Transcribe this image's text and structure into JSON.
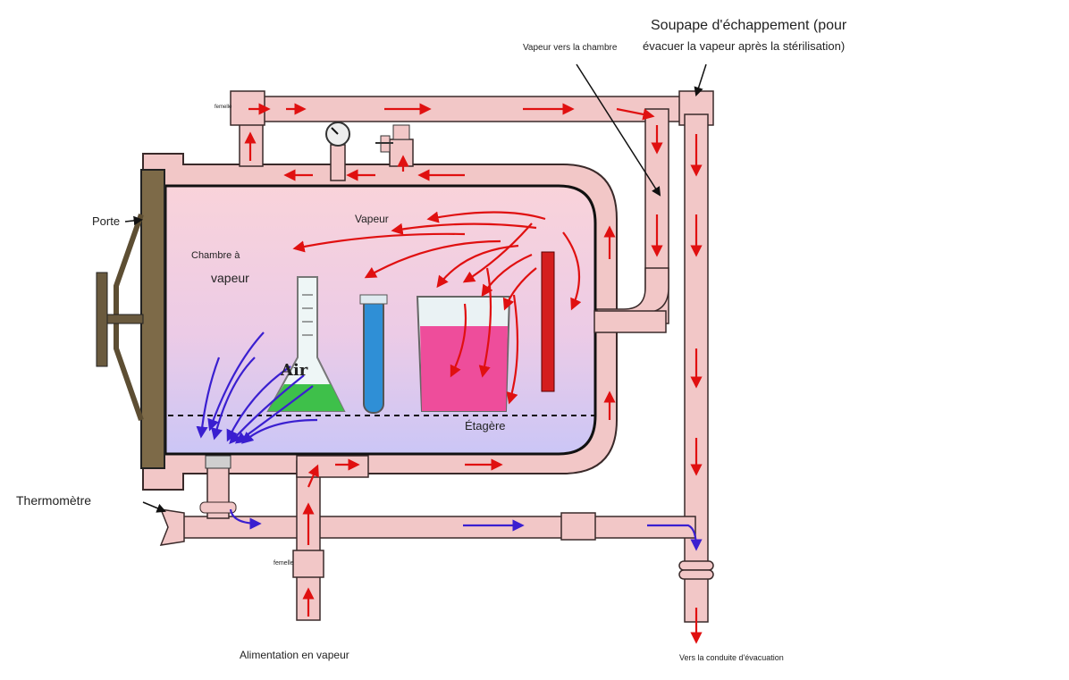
{
  "labels": {
    "exhaust_valve_line1": "Soupape d'échappement (pour",
    "exhaust_valve_line2": "évacuer la vapeur après la stérilisation)",
    "steam_to_chamber": "Vapeur vers la chambre",
    "door": "Porte",
    "steam": "Vapeur",
    "chamber_line1": "Chambre à",
    "chamber_line2": "vapeur",
    "air": "Air",
    "shelf": "Étagère",
    "thermometer": "Thermomètre",
    "steam_supply": "Alimentation en vapeur",
    "drain": "Vers la conduite d'évacuation",
    "female_left": "femelle",
    "female_bottom": "femelle"
  },
  "colors": {
    "pipe": "#f2c7c7",
    "pipe_outline": "#3a2a2a",
    "steam_arrow": "#e01010",
    "air_arrow": "#3a1fd0",
    "chamber_top": "#f7c9d2",
    "chamber_bottom": "#cfc8f5",
    "door": "#7a6a4a",
    "flask_liquid": "#3ec04a",
    "tube_liquid": "#2f8fd6",
    "beaker_liquid": "#ee4d9b",
    "heater": "#d41e1e"
  }
}
